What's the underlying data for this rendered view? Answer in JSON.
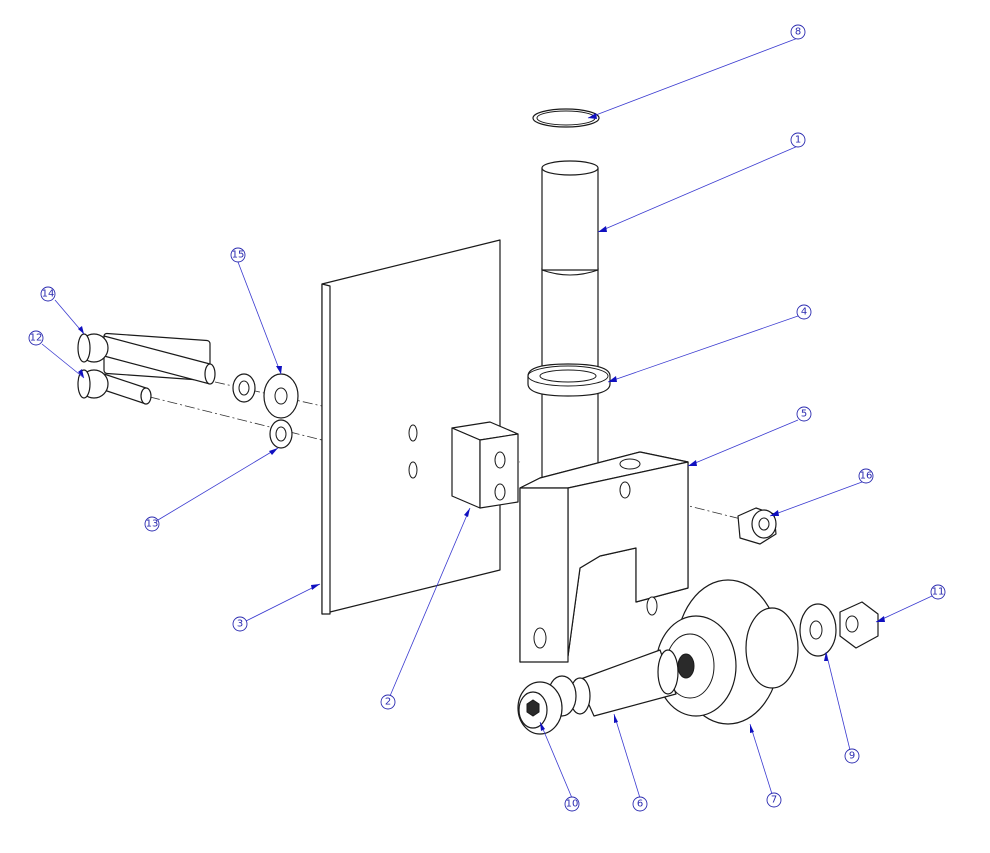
{
  "balloons": [
    {
      "id": "8",
      "label": "8"
    },
    {
      "id": "1",
      "label": "1"
    },
    {
      "id": "15",
      "label": "15"
    },
    {
      "id": "14",
      "label": "14"
    },
    {
      "id": "12",
      "label": "12"
    },
    {
      "id": "4",
      "label": "4"
    },
    {
      "id": "5",
      "label": "5"
    },
    {
      "id": "16",
      "label": "16"
    },
    {
      "id": "13",
      "label": "13"
    },
    {
      "id": "11",
      "label": "11"
    },
    {
      "id": "3",
      "label": "3"
    },
    {
      "id": "2",
      "label": "2"
    },
    {
      "id": "9",
      "label": "9"
    },
    {
      "id": "10",
      "label": "10"
    },
    {
      "id": "6",
      "label": "6"
    },
    {
      "id": "7",
      "label": "7"
    }
  ],
  "colors": {
    "line": "#1a1a1a",
    "balloon": "#2b2bb0",
    "arrow": "#1010c0"
  }
}
